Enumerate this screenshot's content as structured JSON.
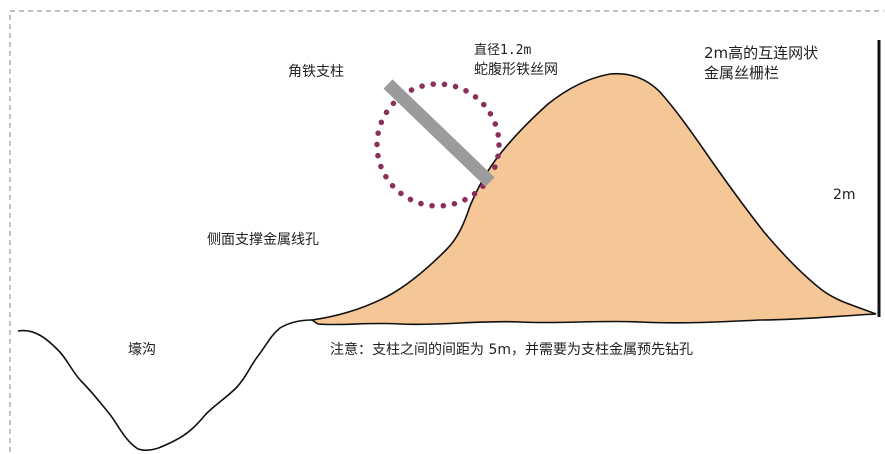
{
  "labels": {
    "angle_iron_post": "角铁支柱",
    "coil_diameter": "直径1.2m",
    "coil_name": "蛇腹形铁丝网",
    "fence_line1": "2m高的互连网状",
    "fence_line2": "金属丝栅栏",
    "height_mark": "2m",
    "side_holes": "侧面支撑金属线孔",
    "ditch": "壕沟",
    "note": "注意：支柱之间的间距为 5m，并需要为支柱金属预先钻孔"
  },
  "colors": {
    "mound_fill": "#f5c797",
    "outline": "#111111",
    "post": "#9b9b9b",
    "coil_dots": "#8a2f5c",
    "frame_dash": "#9a9a9a"
  },
  "icons": {
    "post": "angle-iron-post-bar",
    "coil": "dotted-circle-concertina-wire",
    "height": "vertical-dimension-line"
  }
}
